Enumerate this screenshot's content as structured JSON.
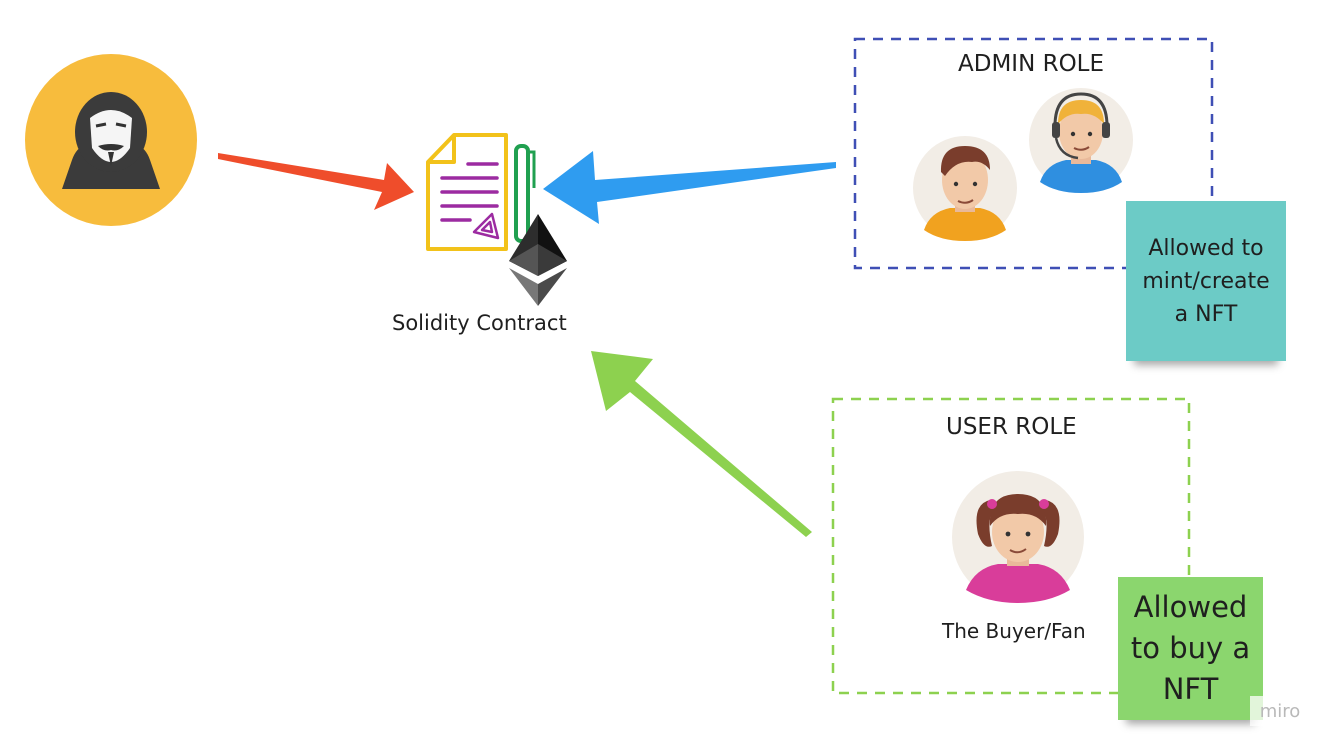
{
  "diagram": {
    "contract": {
      "label": "Solidity Contract"
    },
    "admin_role": {
      "title": "ADMIN ROLE"
    },
    "user_role": {
      "title": "USER ROLE",
      "member_label": "The Buyer/Fan"
    },
    "notes": {
      "admin_permission": {
        "lines": [
          "Allowed to",
          "mint/create",
          "a NFT"
        ],
        "color": "#6ccbc6"
      },
      "user_permission": {
        "lines": [
          "Allowed",
          "to buy a",
          "NFT"
        ],
        "color": "#8bd66e"
      }
    },
    "arrows": {
      "attacker_to_contract": {
        "color": "#ef4d2b"
      },
      "admin_to_contract": {
        "color": "#2f9cf0"
      },
      "user_to_contract": {
        "color": "#8dd14f"
      }
    },
    "frame_colors": {
      "admin": "#3f4fb5",
      "user": "#8dd14f"
    },
    "icons": {
      "attacker": "anonymous-hacker-icon",
      "contract": "contract-document-icon",
      "pen": "pen-icon",
      "ethereum": "ethereum-logo-icon",
      "admin_1": "man-avatar-icon",
      "admin_2": "support-agent-avatar-icon",
      "user_1": "girl-avatar-icon"
    }
  },
  "watermark": {
    "text": "miro"
  }
}
